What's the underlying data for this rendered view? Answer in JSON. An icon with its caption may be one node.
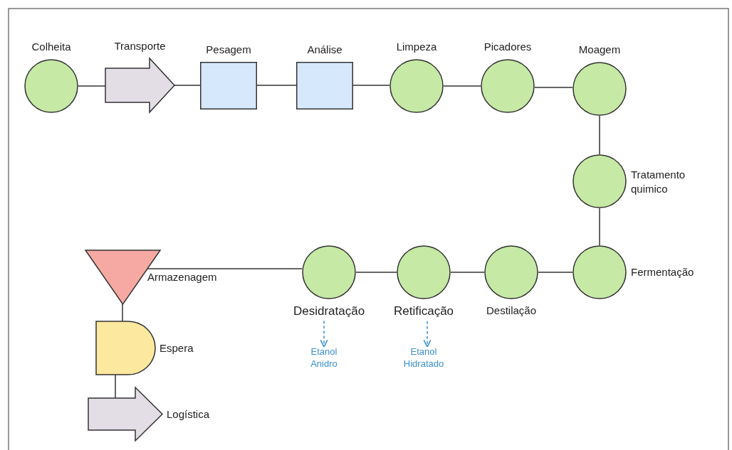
{
  "diagram": {
    "nodes": [
      {
        "text": [
          "Colheita"
        ]
      },
      {
        "text": [
          "Transporte"
        ]
      },
      {
        "text": [
          "Pesagem"
        ]
      },
      {
        "text": [
          "Análise"
        ]
      },
      {
        "text": [
          "Limpeza"
        ]
      },
      {
        "text": [
          "Picadores"
        ]
      },
      {
        "text": [
          "Moagem"
        ]
      },
      {
        "text": [
          "Tratamento quimico"
        ]
      },
      {
        "text": [
          "Fermentação"
        ]
      },
      {
        "text": [
          "Destilação"
        ]
      },
      {
        "text": [
          "Retificação"
        ]
      },
      {
        "text": [
          "Desidratação"
        ]
      },
      {
        "text": [
          "Armazenagem"
        ]
      },
      {
        "text": [
          "Espera"
        ]
      },
      {
        "text": [
          "Logística"
        ]
      },
      {
        "text": [
          "Etanol Anidro"
        ]
      },
      {
        "text": [
          "Etanol Hidratado"
        ]
      }
    ],
    "edges": [
      {
        "from": 0,
        "to": 1,
        "arrow": "none"
      },
      {
        "from": 1,
        "to": 2,
        "arrow": "none"
      },
      {
        "from": 2,
        "to": 3,
        "arrow": "none"
      },
      {
        "from": 3,
        "to": 4,
        "arrow": "none"
      },
      {
        "from": 4,
        "to": 5,
        "arrow": "none"
      },
      {
        "from": 5,
        "to": 6,
        "arrow": "none"
      },
      {
        "from": 6,
        "to": 7,
        "arrow": "none"
      },
      {
        "from": 7,
        "to": 8,
        "arrow": "none"
      },
      {
        "from": 8,
        "to": 9,
        "arrow": "none"
      },
      {
        "from": 9,
        "to": 10,
        "arrow": "none"
      },
      {
        "from": 10,
        "to": 11,
        "arrow": "none"
      },
      {
        "from": 11,
        "to": 12,
        "arrow": "none"
      },
      {
        "from": 12,
        "to": 13,
        "arrow": "none"
      },
      {
        "from": 13,
        "to": 14,
        "arrow": "none"
      },
      {
        "from": 11,
        "to": 15,
        "arrow": "to",
        "style": "dashed",
        "color": "#3a8fd0"
      },
      {
        "from": 10,
        "to": 16,
        "arrow": "to",
        "style": "dashed",
        "color": "#3a8fd0"
      }
    ]
  }
}
